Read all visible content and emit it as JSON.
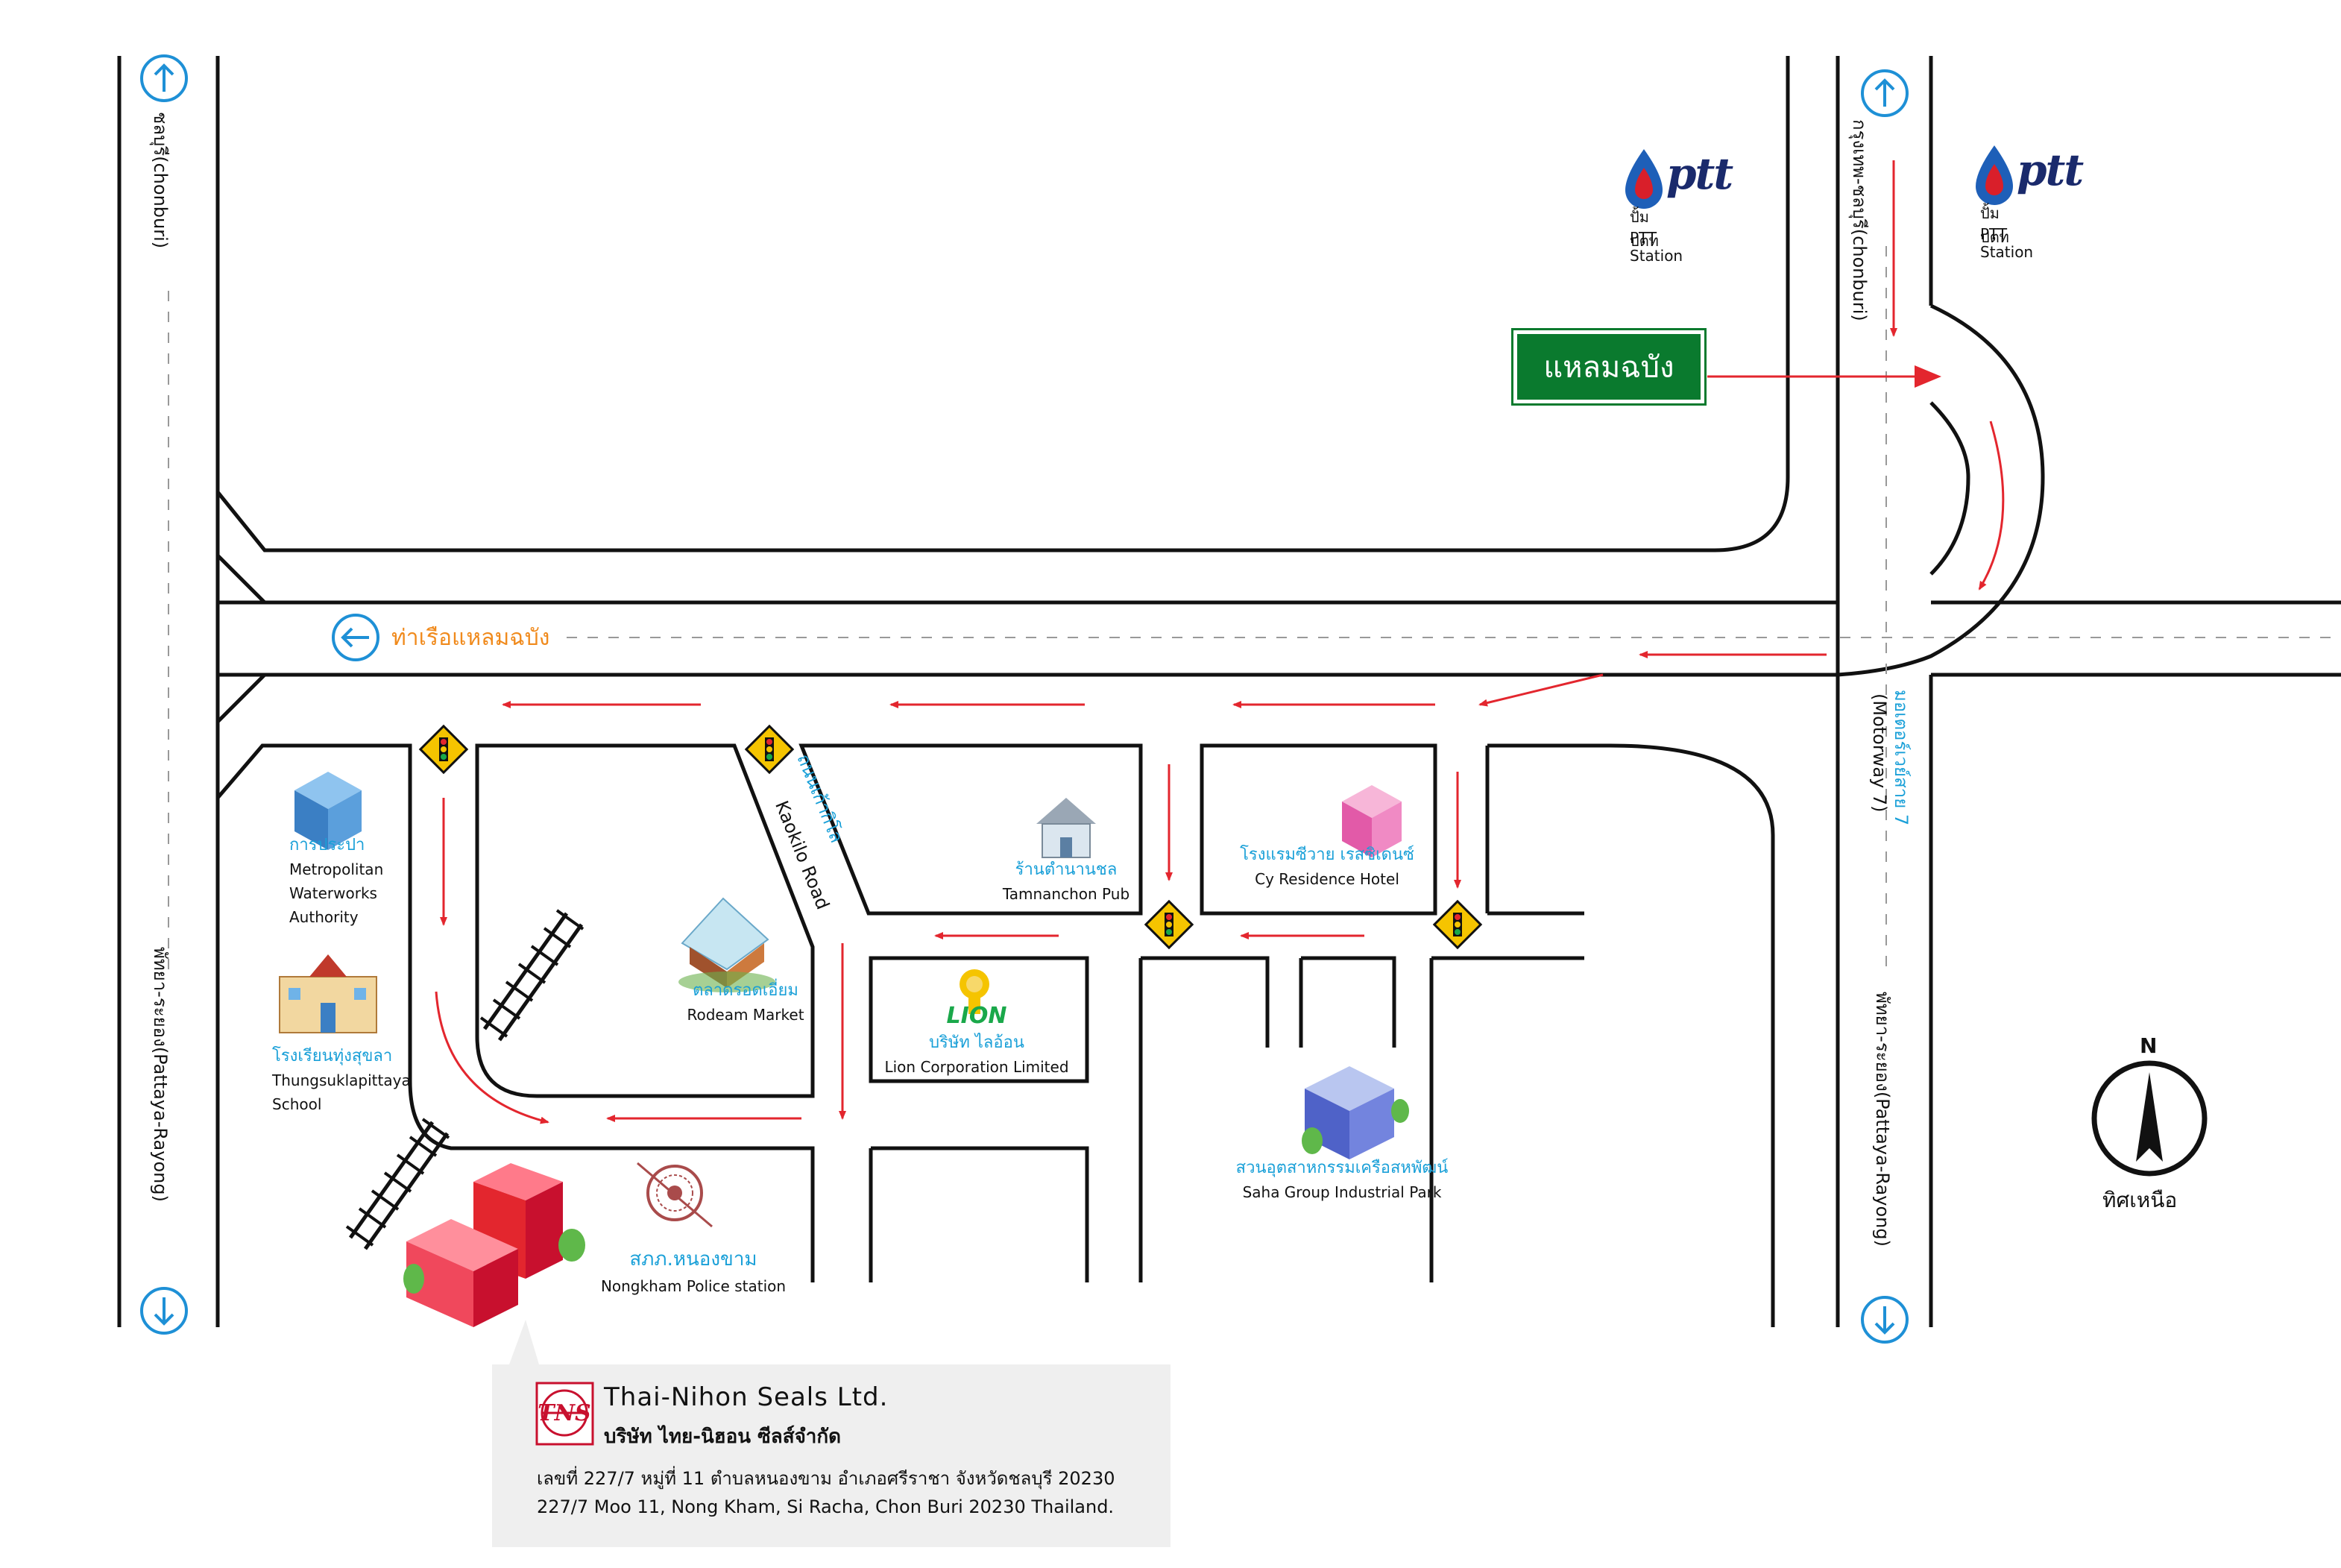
{
  "directions": {
    "chonburi_left": "ชลบุรี(chonburi)",
    "pattaya_left": "พัทยา-ระยอง(Pattaya-Rayong)",
    "bangkok_chonburi": "กรุงเทพ-ชลบุรี(chonburi)",
    "motorway_th": "มอเตอร์เวย์สาย 7",
    "motorway_en": "(Motorway 7)",
    "pattaya_right": "พัทยา-ระยอง(Pattaya-Rayong)"
  },
  "port_road": "ท่าเรือแหลมฉบัง",
  "sign": "แหลมฉบัง",
  "ptt": [
    {
      "logo": "ptt",
      "th": "ปั้ม ปตท",
      "en": "PTT Station"
    },
    {
      "logo": "ptt",
      "th": "ปั้ม ปตท",
      "en": "PTT Station"
    }
  ],
  "kaokilo_road": {
    "th": "ถนนเก้ากิโล",
    "en": "Kaokilo Road"
  },
  "landmarks": {
    "waterworks": {
      "th": "การประปา",
      "en": [
        "Metropolitan",
        "Waterworks",
        "Authority"
      ]
    },
    "school": {
      "th": "โรงเรียนทุ่งสุขลา",
      "en": [
        "Thungsuklapittaya",
        "School"
      ]
    },
    "market": {
      "th": "ตลาดรอดเอี่ยม",
      "en": "Rodeam Market"
    },
    "pub": {
      "th": "ร้านตำนานชล",
      "en": "Tamnanchon Pub"
    },
    "hotel": {
      "th": "โรงแรมซีวาย เรสซิเดนซ์",
      "en": "Cy Residence Hotel"
    },
    "lion": {
      "logo": "LION",
      "th": "บริษัท ไลอ้อน",
      "en": "Lion Corporation Limited"
    },
    "saha": {
      "th": "สวนอุตสาหกรรมเครือสหพัฒน์",
      "en": "Saha Group Industrial Park"
    },
    "police": {
      "th": "สภภ.หนองขาม",
      "en": "Nongkham Police station"
    }
  },
  "compass": {
    "letter": "N",
    "label": "ทิศเหนือ"
  },
  "company": {
    "logo": "TNS",
    "name_en": "Thai-Nihon Seals Ltd.",
    "name_th": "บริษัท ไทย-นิฮอน ซีลส์จำกัด",
    "address_th": "เลขที่ 227/7 หมู่ที่ 11 ตำบลหนองขาม อำเภอศรีราชา จังหวัดชลบุรี 20230",
    "address_en": "227/7 Moo 11, Nong Kham, Si Racha, Chon Buri 20230 Thailand."
  },
  "colors": {
    "road_edge": "#111111",
    "route_arrow": "#e3262e",
    "direction_circle": "#1e90d6",
    "label_thai": "#1aa0d8",
    "port_label": "#f08a1c",
    "sign_green": "#0a7a2e",
    "traffic_sign": "#f5c400"
  },
  "icons": [
    "arrow-up-circle-icon",
    "arrow-down-circle-icon",
    "arrow-left-circle-icon",
    "traffic-light-sign-icon",
    "railway-track-icon",
    "building-icon",
    "house-icon",
    "school-icon",
    "market-tent-icon",
    "police-emblem-icon",
    "compass-icon",
    "ptt-drop-icon"
  ]
}
